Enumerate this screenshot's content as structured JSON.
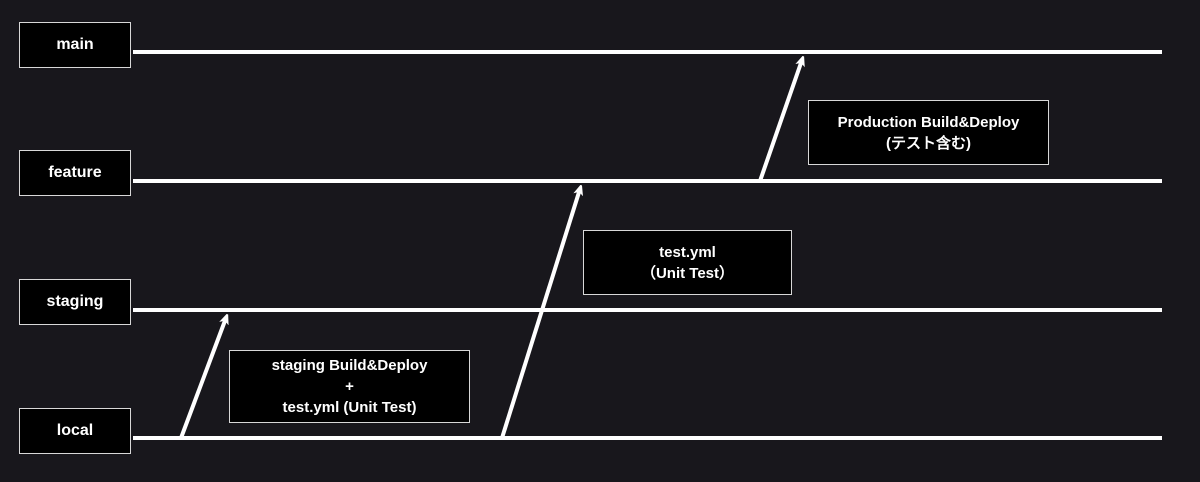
{
  "branches": {
    "main": "main",
    "feature": "feature",
    "staging": "staging",
    "local": "local"
  },
  "notes": {
    "staging_deploy": {
      "line1": "staging Build&Deploy",
      "line2": "+",
      "line3": "test.yml (Unit Test)"
    },
    "test_yml": {
      "line1": "test.yml",
      "line2": "（Unit Test）"
    },
    "production_deploy": {
      "line1": "Production Build&Deploy",
      "line2": "(テスト含む)"
    }
  },
  "colors": {
    "background": "#18171c",
    "line": "#ffffff",
    "box_border": "#d8d8d8",
    "box_fill": "#000000"
  }
}
